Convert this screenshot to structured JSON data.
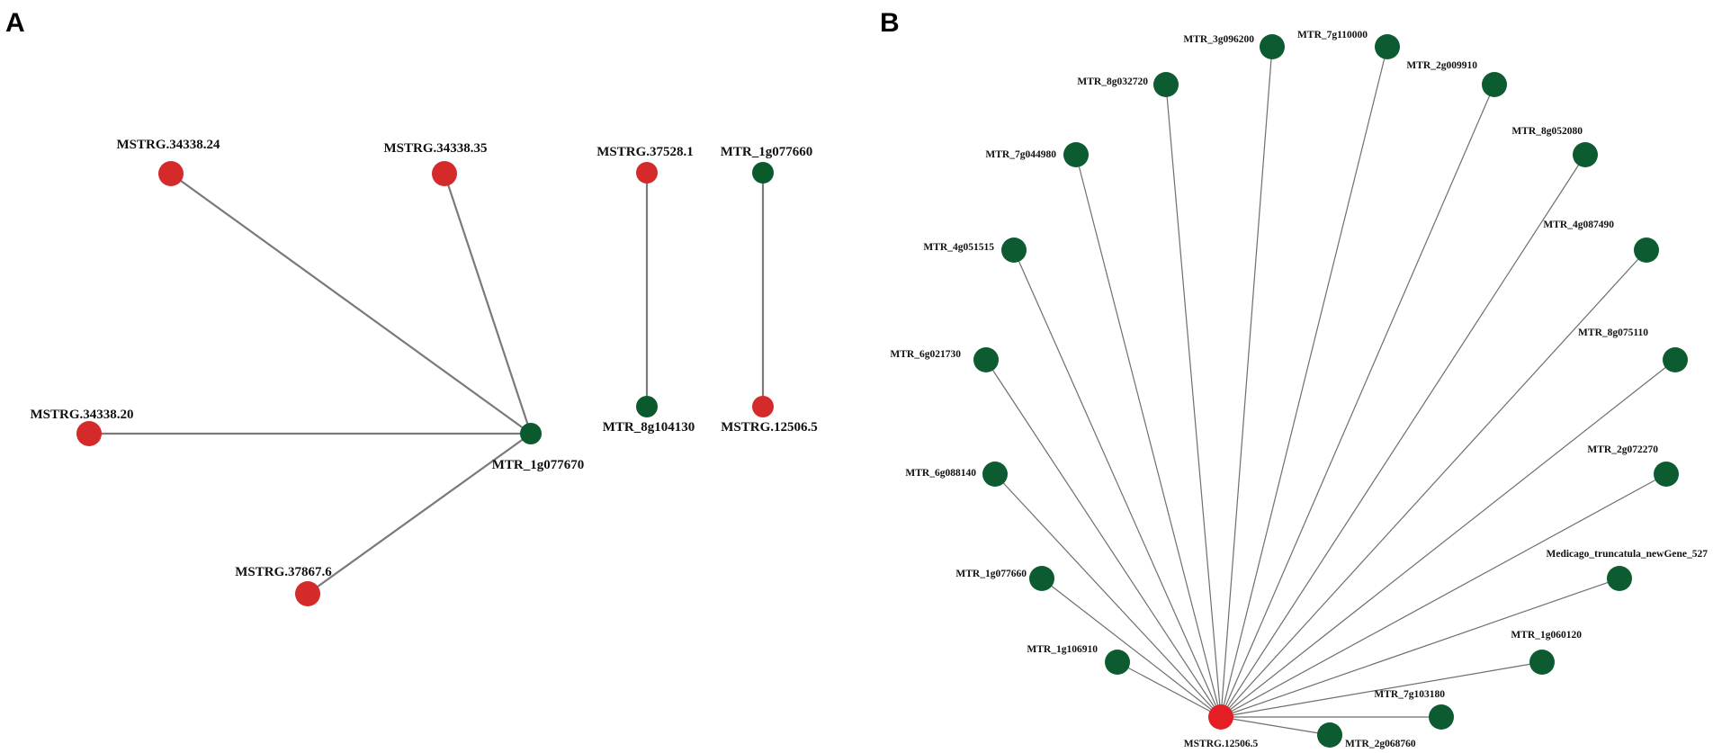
{
  "panels": {
    "a": {
      "letter": "A",
      "nodes": [
        {
          "id": "MSTRG.34338.24",
          "label": "MSTRG.34338.24",
          "type": "lncRNA"
        },
        {
          "id": "MSTRG.34338.35",
          "label": "MSTRG.34338.35",
          "type": "lncRNA"
        },
        {
          "id": "MSTRG.34338.20",
          "label": "MSTRG.34338.20",
          "type": "lncRNA"
        },
        {
          "id": "MSTRG.37867.6",
          "label": "MSTRG.37867.6",
          "type": "lncRNA"
        },
        {
          "id": "MTR_1g077670",
          "label": "MTR_1g077670",
          "type": "gene"
        },
        {
          "id": "MSTRG.37528.1",
          "label": "MSTRG.37528.1",
          "type": "lncRNA"
        },
        {
          "id": "MTR_8g104130",
          "label": "MTR_8g104130",
          "type": "gene"
        },
        {
          "id": "MTR_1g077660",
          "label": "MTR_1g077660",
          "type": "gene"
        },
        {
          "id": "MSTRG.12506.5",
          "label": "MSTRG.12506.5",
          "type": "lncRNA"
        }
      ],
      "edges": [
        [
          "MSTRG.34338.24",
          "MTR_1g077670"
        ],
        [
          "MSTRG.34338.35",
          "MTR_1g077670"
        ],
        [
          "MSTRG.34338.20",
          "MTR_1g077670"
        ],
        [
          "MSTRG.37867.6",
          "MTR_1g077670"
        ],
        [
          "MSTRG.37528.1",
          "MTR_8g104130"
        ],
        [
          "MTR_1g077660",
          "MSTRG.12506.5"
        ]
      ]
    },
    "b": {
      "letter": "B",
      "hub": {
        "id": "MSTRG.12506.5",
        "label": "MSTRG.12506.5",
        "type": "lncRNA"
      },
      "targets": [
        {
          "id": "MTR_1g106910",
          "label": "MTR_1g106910"
        },
        {
          "id": "MTR_1g077660",
          "label": "MTR_1g077660"
        },
        {
          "id": "MTR_6g088140",
          "label": "MTR_6g088140"
        },
        {
          "id": "MTR_6g021730",
          "label": "MTR_6g021730"
        },
        {
          "id": "MTR_4g051515",
          "label": "MTR_4g051515"
        },
        {
          "id": "MTR_7g044980",
          "label": "MTR_7g044980"
        },
        {
          "id": "MTR_8g032720",
          "label": "MTR_8g032720"
        },
        {
          "id": "MTR_3g096200",
          "label": "MTR_3g096200"
        },
        {
          "id": "MTR_7g110000",
          "label": "MTR_7g110000"
        },
        {
          "id": "MTR_2g009910",
          "label": "MTR_2g009910"
        },
        {
          "id": "MTR_8g052080",
          "label": "MTR_8g052080"
        },
        {
          "id": "MTR_4g087490",
          "label": "MTR_4g087490"
        },
        {
          "id": "MTR_8g075110",
          "label": "MTR_8g075110"
        },
        {
          "id": "MTR_2g072270",
          "label": "MTR_2g072270"
        },
        {
          "id": "Medicago_truncatula_newGene_527",
          "label": "Medicago_truncatula_newGene_527"
        },
        {
          "id": "MTR_1g060120",
          "label": "MTR_1g060120"
        },
        {
          "id": "MTR_7g103180",
          "label": "MTR_7g103180"
        },
        {
          "id": "MTR_2g068760",
          "label": "MTR_2g068760"
        }
      ]
    }
  },
  "colors": {
    "lncRNA": "#d42a29",
    "gene": "#0b5a2e",
    "hub": "#e31e24",
    "target": "#0d5c31",
    "edge": "#777777"
  }
}
